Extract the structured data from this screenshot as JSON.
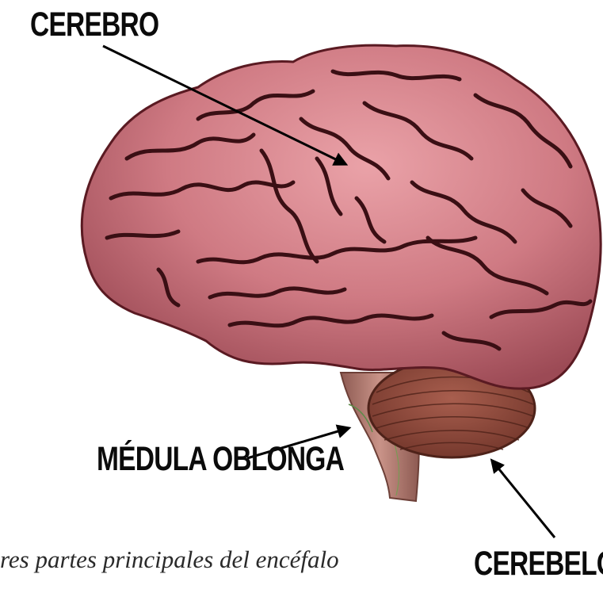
{
  "labels": {
    "cerebrum": "CEREBRO",
    "medulla": "MÉDULA OBLONGA",
    "cerebellum": "CEREBELO"
  },
  "caption": "res partes principales del encéfalo",
  "colors": {
    "brain_base": "#c9707a",
    "brain_highlight": "#e8a0a6",
    "sulcus": "#3a0f14",
    "cerebellum": "#8a4538",
    "stem": "#b07a6e",
    "arrow": "#000000"
  }
}
